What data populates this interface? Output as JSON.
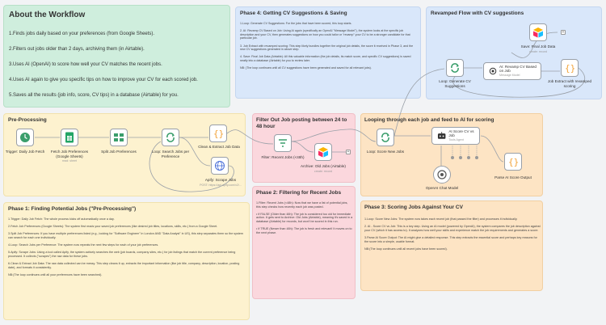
{
  "about": {
    "title": "About the Workflow",
    "items": [
      "1.Finds jobs daily based on your preferences (from Google Sheets).",
      "2.Filters out jobs older than 2 days, archiving them (in Airtable).",
      "3.Uses AI (OpenAI) to score how well your CV matches the recent jobs.",
      "4.Uses AI again to give you specific tips on how to improve your CV for each scored job.",
      "5.Saves all the results (job info, score, CV tips) in a database (Airtable) for you."
    ]
  },
  "phase4": {
    "title": "Phase 4: Getting CV Suggestions & Saving",
    "text": "1.Loop: Generate CV Suggestions: For the jobs that have been scored, this loop starts.\n\n2. AI: Revamp CV Based on Job: Using AI again (specifically an OpenAI \"Message Model\"), the system looks at the specific job description and your CV, then generates suggestions on how you could tailor or \"revamp\" your CV to be a stronger candidate for that particular job.\n\n3. Job Extract with revamped scoring: This step likely bundles together the original job details, the score it received in Phase 3, and the new CV suggestions generated in above step.\n\n4. Save: Final Job Data (Airtable): All this valuable information (the job details, its match score, and specific CV suggestions) is saved neatly into a database (Airtable) for you to review later.\n\nNB: (The loop continues until all CV suggestions have been generated and saved for all relevant jobs)."
  },
  "revamp": {
    "title": "Revamped Flow with CV suggestions",
    "nodes": {
      "loop": "Loop: Generate CV Suggestions",
      "ai": "AI: Revamp CV Based on Job",
      "ai_sub": "Message Model",
      "extract": "Job Extract with revamped scoring",
      "save": "Save: Final Job Data",
      "save_sub": "create: record"
    }
  },
  "preprocessing": {
    "title": "Pre-Processing",
    "nodes": {
      "trigger": "Trigger: Daily Job Fetch",
      "sheets": "Fetch Job Preferences (Google Sheets)",
      "sheets_sub": "read: sheet",
      "split": "Split Job Preferences",
      "loop": "Loop: Search Jobs per Preference",
      "clean": "Clean & Extract Job Data",
      "apify": "Apify: Scrape Jobs",
      "apify_sub": "POST: https://api.apify.com/v2/..."
    }
  },
  "filter": {
    "title": "Filter Out Job posting between 24 to 48 hour",
    "nodes": {
      "filter": "Filter: Recent Jobs (<48h)",
      "archive": "Archive: Old Jobs (Airtable)",
      "archive_sub": "create: record"
    }
  },
  "scoring": {
    "title": "Looping through each job and feed to AI for scoring",
    "nodes": {
      "loop": "Loop: Score New Jobs",
      "agent": "AI Score CV vs Job",
      "agent_sub": "Tools Agent",
      "model": "OpenAI Chat Model",
      "parse": "Parse AI Score Output"
    }
  },
  "phase1": {
    "title": "Phase 1: Finding Potential Jobs (\"Pre-Processing\")",
    "text": "1.Trigger: Daily Job Fetch: The whole process kicks off automatically once a day.\n\n2.Fetch Job Preferences (Google Sheets): The system first reads your saved job preferences (like desired job titles, locations, skills, etc.) from a Google Sheet.\n\n3.Split Job Preferences: If you have multiple preferences listed (e.g., looking for \"Software Engineer\" in London AND \"Data Analyst\" in US), this step separates them so the system can search for each one individually.\n\n4.Loop: Search Jobs per Preference: The system now repeats the next few steps for each of your job preferences.\n\n5.Apify: Scrape Jobs: Using a tool called Apify, the system actively searches the web (job boards, company sites, etc.) for job listings that match the current preference being processed. It collects (\"scrapes\") the raw data for these jobs.\n\n6.Clean & Extract Job Data: The raw data collected can be messy. This step cleans it up, extracts the important information (like job title, company, description, location, posting date), and formats it consistently.\n\nNB:(The loop continues until all your preferences have been searched)."
  },
  "phase2": {
    "title": "Phase 2: Filtering for Recent Jobs",
    "text": "1.Filter: Recent Jobs (<48h): Now that we have a list of potential jobs, this step checks how recently each job was posted.\n\n• If FALSE (Older than 48h): The job is considered too old for immediate action. It gets sent to Archive: Old Jobs (Airtable), meaning it's saved in a database (Airtable) for records, but won't be scored in this run.\n\n• If TRUE (Newer than 48h): The job is fresh and relevant! It moves on to the next phase."
  },
  "phase3": {
    "title": "Phase 3: Scoring Jobs Against Your CV",
    "text": "1.Loop: Score New Jobs: The system now takes each recent job (that passed the filter) and processes it individually.\n\n2. AI - Score CV vs Job: This is a key step. Using an AI model (powered by OpenAI), the system compares the job description against your CV (which it has access to). It analyzes how well your skills and experience match the job requirements and generates a score.\n\n3.Parse AI Score Output: The AI might give a detailed response. This step extracts the essential score and perhaps key reasons for the score into a simple, usable format.\n\nNB:(The loop continues until all recent jobs have been scored)."
  },
  "colors": {
    "green_note": "#cfeedd",
    "blue_note": "#d9e7fa",
    "yellow_note": "#fdf2cf",
    "pink_note": "#fbd7dd",
    "orange_note": "#fde4c4",
    "loop_green": "#3a9e6b",
    "code_orange": "#f2a33a"
  }
}
